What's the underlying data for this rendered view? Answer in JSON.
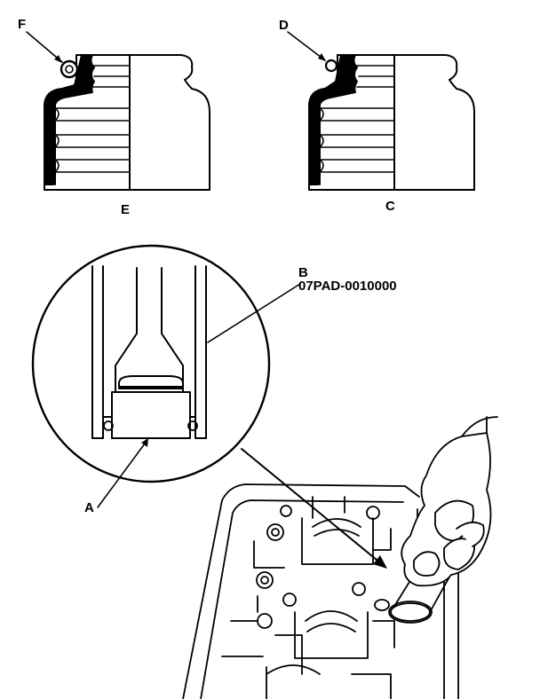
{
  "labels": {
    "f": "F",
    "d": "D",
    "e": "E",
    "c": "C",
    "b": "B",
    "tool_number": "07PAD-0010000",
    "a": "A"
  }
}
